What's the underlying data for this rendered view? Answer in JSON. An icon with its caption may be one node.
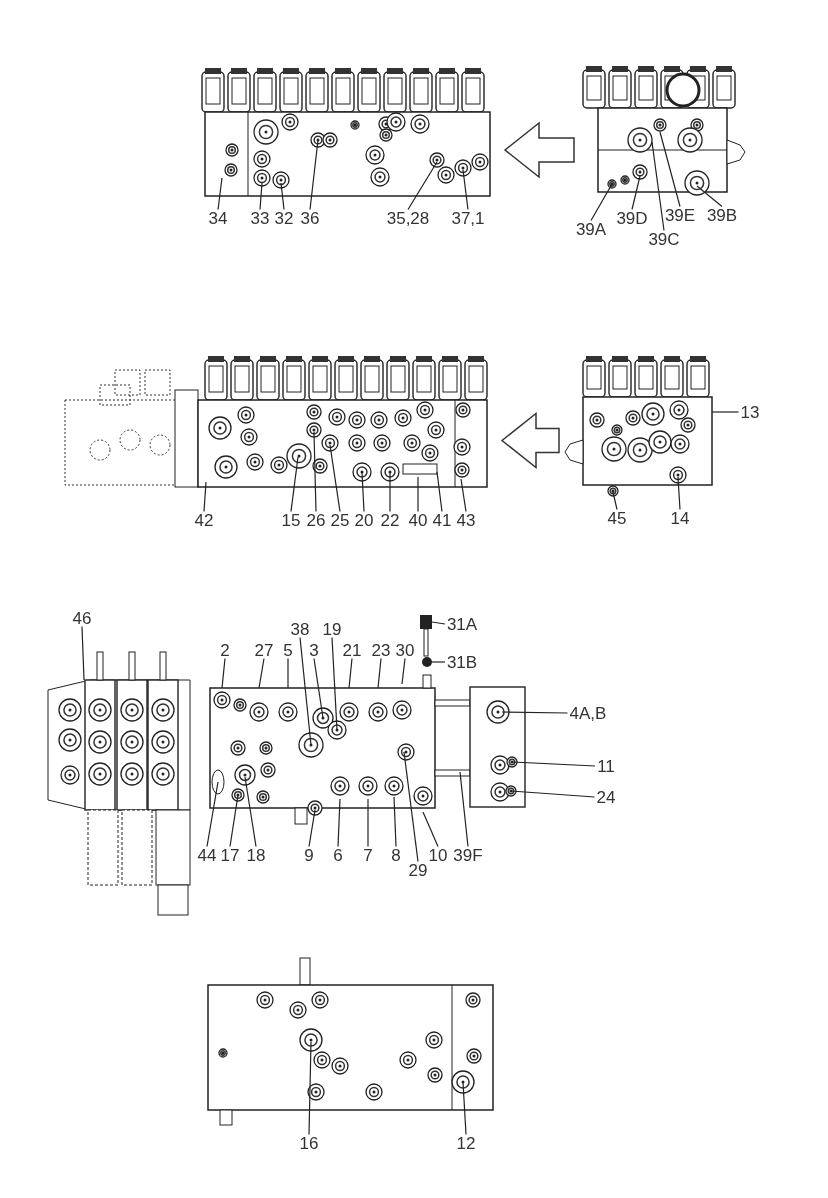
{
  "diagram": {
    "nodes": [
      {
        "text": [
          "34"
        ]
      },
      {
        "text": [
          "33"
        ]
      },
      {
        "text": [
          "32"
        ]
      },
      {
        "text": [
          "36"
        ]
      },
      {
        "text": [
          "35,28"
        ]
      },
      {
        "text": [
          "37,1"
        ]
      },
      {
        "text": [
          "39A"
        ]
      },
      {
        "text": [
          "39D"
        ]
      },
      {
        "text": [
          "39C"
        ]
      },
      {
        "text": [
          "39E"
        ]
      },
      {
        "text": [
          "39B"
        ]
      },
      {
        "text": [
          "13"
        ]
      },
      {
        "text": [
          "42"
        ]
      },
      {
        "text": [
          "15"
        ]
      },
      {
        "text": [
          "26"
        ]
      },
      {
        "text": [
          "25"
        ]
      },
      {
        "text": [
          "20"
        ]
      },
      {
        "text": [
          "22"
        ]
      },
      {
        "text": [
          "40"
        ]
      },
      {
        "text": [
          "41"
        ]
      },
      {
        "text": [
          "43"
        ]
      },
      {
        "text": [
          "45"
        ]
      },
      {
        "text": [
          "14"
        ]
      },
      {
        "text": [
          "46"
        ]
      },
      {
        "text": [
          "31A"
        ]
      },
      {
        "text": [
          "38"
        ]
      },
      {
        "text": [
          "19"
        ]
      },
      {
        "text": [
          "2"
        ]
      },
      {
        "text": [
          "27"
        ]
      },
      {
        "text": [
          "5"
        ]
      },
      {
        "text": [
          "3"
        ]
      },
      {
        "text": [
          "21"
        ]
      },
      {
        "text": [
          "23"
        ]
      },
      {
        "text": [
          "30"
        ]
      },
      {
        "text": [
          "31B"
        ]
      },
      {
        "text": [
          "4A,B"
        ]
      },
      {
        "text": [
          "11"
        ]
      },
      {
        "text": [
          "24"
        ]
      },
      {
        "text": [
          "44"
        ]
      },
      {
        "text": [
          "17"
        ]
      },
      {
        "text": [
          "18"
        ]
      },
      {
        "text": [
          "9"
        ]
      },
      {
        "text": [
          "6"
        ]
      },
      {
        "text": [
          "7"
        ]
      },
      {
        "text": [
          "8"
        ]
      },
      {
        "text": [
          "10"
        ]
      },
      {
        "text": [
          "39F"
        ]
      },
      {
        "text": [
          "29"
        ]
      },
      {
        "text": [
          "16"
        ]
      },
      {
        "text": [
          "12"
        ]
      },
      {
        "text": [],
        "shape": "picture"
      },
      {
        "text": [],
        "shape": "picture"
      },
      {
        "text": [],
        "shape": "picture"
      },
      {
        "text": [],
        "shape": "picture"
      },
      {
        "text": [],
        "shape": "picture"
      },
      {
        "text": [],
        "shape": "picture"
      },
      {
        "text": [],
        "shape": "picture"
      },
      {
        "text": [],
        "shape": "picture"
      }
    ],
    "edges": [
      {
        "from": 0,
        "to": 50,
        "arrow": "none"
      },
      {
        "from": 1,
        "to": 50,
        "arrow": "none"
      },
      {
        "from": 2,
        "to": 50,
        "arrow": "none"
      },
      {
        "from": 3,
        "to": 50,
        "arrow": "none"
      },
      {
        "from": 4,
        "to": 50,
        "arrow": "none"
      },
      {
        "from": 5,
        "to": 50,
        "arrow": "none"
      },
      {
        "from": 6,
        "to": 51,
        "arrow": "none"
      },
      {
        "from": 7,
        "to": 51,
        "arrow": "none"
      },
      {
        "from": 8,
        "to": 51,
        "arrow": "none"
      },
      {
        "from": 9,
        "to": 51,
        "arrow": "none"
      },
      {
        "from": 10,
        "to": 51,
        "arrow": "none"
      },
      {
        "from": 11,
        "to": 53,
        "arrow": "none"
      },
      {
        "from": 12,
        "to": 52,
        "arrow": "none"
      },
      {
        "from": 13,
        "to": 52,
        "arrow": "none"
      },
      {
        "from": 14,
        "to": 52,
        "arrow": "none"
      },
      {
        "from": 15,
        "to": 52,
        "arrow": "none"
      },
      {
        "from": 16,
        "to": 52,
        "arrow": "none"
      },
      {
        "from": 17,
        "to": 52,
        "arrow": "none"
      },
      {
        "from": 18,
        "to": 52,
        "arrow": "none"
      },
      {
        "from": 19,
        "to": 52,
        "arrow": "none"
      },
      {
        "from": 20,
        "to": 52,
        "arrow": "none"
      },
      {
        "from": 21,
        "to": 53,
        "arrow": "none"
      },
      {
        "from": 22,
        "to": 53,
        "arrow": "none"
      },
      {
        "from": 23,
        "to": 56,
        "arrow": "none"
      },
      {
        "from": 24,
        "to": 57,
        "arrow": "none"
      },
      {
        "from": 25,
        "to": 54,
        "arrow": "none"
      },
      {
        "from": 26,
        "to": 54,
        "arrow": "none"
      },
      {
        "from": 27,
        "to": 54,
        "arrow": "none"
      },
      {
        "from": 28,
        "to": 54,
        "arrow": "none"
      },
      {
        "from": 29,
        "to": 54,
        "arrow": "none"
      },
      {
        "from": 30,
        "to": 54,
        "arrow": "none"
      },
      {
        "from": 31,
        "to": 54,
        "arrow": "none"
      },
      {
        "from": 32,
        "to": 54,
        "arrow": "none"
      },
      {
        "from": 33,
        "to": 54,
        "arrow": "none"
      },
      {
        "from": 34,
        "to": 57,
        "arrow": "none"
      },
      {
        "from": 35,
        "to": 54,
        "arrow": "none"
      },
      {
        "from": 36,
        "to": 54,
        "arrow": "none"
      },
      {
        "from": 37,
        "to": 54,
        "arrow": "none"
      },
      {
        "from": 38,
        "to": 54,
        "arrow": "none"
      },
      {
        "from": 39,
        "to": 54,
        "arrow": "none"
      },
      {
        "from": 40,
        "to": 54,
        "arrow": "none"
      },
      {
        "from": 41,
        "to": 54,
        "arrow": "none"
      },
      {
        "from": 42,
        "to": 54,
        "arrow": "none"
      },
      {
        "from": 43,
        "to": 54,
        "arrow": "none"
      },
      {
        "from": 44,
        "to": 54,
        "arrow": "none"
      },
      {
        "from": 45,
        "to": 54,
        "arrow": "none"
      },
      {
        "from": 46,
        "to": 54,
        "arrow": "none"
      },
      {
        "from": 47,
        "to": 54,
        "arrow": "none"
      },
      {
        "from": 48,
        "to": 55,
        "arrow": "none"
      },
      {
        "from": 49,
        "to": 55,
        "arrow": "none"
      },
      {
        "from": 51,
        "to": 50,
        "arrow": "to",
        "style": "thick"
      },
      {
        "from": 53,
        "to": 52,
        "arrow": "to",
        "style": "thick"
      }
    ]
  }
}
